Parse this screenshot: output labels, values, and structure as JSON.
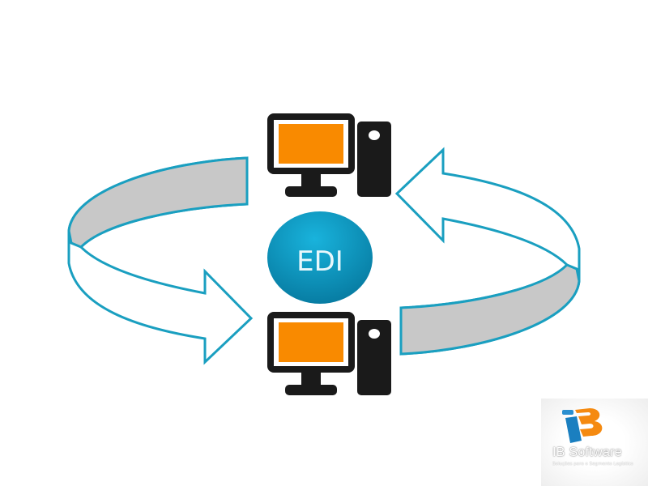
{
  "center_label": "EDI",
  "colors": {
    "arrow_stroke": "#1a9fc0",
    "arrow_band": "#c8c8c8",
    "screen": "#f98a00",
    "computer": "#1a1a1a",
    "edi_circle": "#0b8fb8"
  },
  "nodes": [
    {
      "icon": "desktop-computer-icon",
      "position": "top"
    },
    {
      "icon": "desktop-computer-icon",
      "position": "bottom"
    }
  ],
  "logo": {
    "name": "IB Software",
    "tagline": "Soluções para o Segmento Logístico"
  }
}
